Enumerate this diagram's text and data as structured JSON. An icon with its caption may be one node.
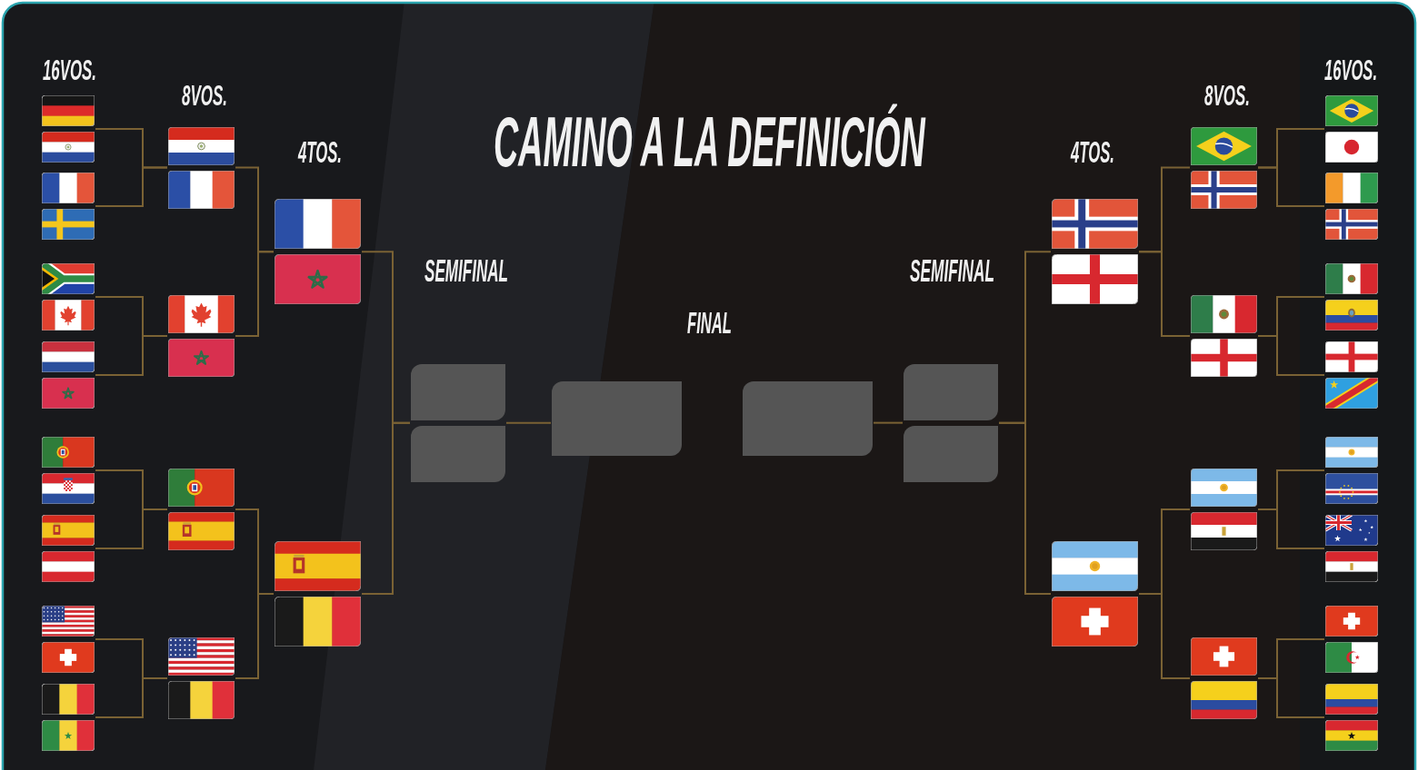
{
  "diagram": {
    "title": "CAMINO A LA DEFINICIÓN",
    "nodes": [
      {
        "text": [],
        "shape": "picture"
      },
      {
        "text": [],
        "shape": "picture"
      },
      {
        "text": [],
        "shape": "picture"
      },
      {
        "text": [],
        "shape": "picture"
      },
      {
        "text": [],
        "shape": "picture"
      },
      {
        "text": [],
        "shape": "picture"
      },
      {
        "text": [],
        "shape": "picture"
      },
      {
        "text": [],
        "shape": "picture"
      },
      {
        "text": [],
        "shape": "picture"
      },
      {
        "text": [],
        "shape": "picture"
      },
      {
        "text": [],
        "shape": "picture"
      },
      {
        "text": [],
        "shape": "picture"
      },
      {
        "text": [],
        "shape": "picture"
      },
      {
        "text": [],
        "shape": "picture"
      },
      {
        "text": [],
        "shape": "picture"
      },
      {
        "text": [],
        "shape": "picture"
      },
      {
        "text": [],
        "shape": "picture"
      },
      {
        "text": [],
        "shape": "picture"
      },
      {
        "text": [],
        "shape": "picture"
      },
      {
        "text": [],
        "shape": "picture"
      },
      {
        "text": [],
        "shape": "picture"
      },
      {
        "text": [],
        "shape": "picture"
      },
      {
        "text": [],
        "shape": "picture"
      },
      {
        "text": [],
        "shape": "picture"
      },
      {
        "text": [],
        "shape": "picture"
      },
      {
        "text": [],
        "shape": "picture"
      },
      {
        "text": [],
        "shape": "picture"
      },
      {
        "text": [],
        "shape": "picture"
      },
      {
        "text": [],
        "shape": "box"
      },
      {
        "text": [],
        "shape": "box"
      },
      {
        "text": [],
        "shape": "box"
      },
      {
        "text": [],
        "shape": "box"
      },
      {
        "text": [],
        "shape": "box"
      },
      {
        "text": [],
        "shape": "box"
      },
      {
        "text": [],
        "shape": "picture"
      },
      {
        "text": [],
        "shape": "picture"
      },
      {
        "text": [],
        "shape": "picture"
      },
      {
        "text": [],
        "shape": "picture"
      },
      {
        "text": [],
        "shape": "picture"
      },
      {
        "text": [],
        "shape": "picture"
      },
      {
        "text": [],
        "shape": "picture"
      },
      {
        "text": [],
        "shape": "picture"
      },
      {
        "text": [],
        "shape": "picture"
      },
      {
        "text": [],
        "shape": "picture"
      },
      {
        "text": [],
        "shape": "picture"
      },
      {
        "text": [],
        "shape": "picture"
      },
      {
        "text": [],
        "shape": "picture"
      },
      {
        "text": [],
        "shape": "picture"
      },
      {
        "text": [],
        "shape": "picture"
      },
      {
        "text": [],
        "shape": "picture"
      },
      {
        "text": [],
        "shape": "picture"
      },
      {
        "text": [],
        "shape": "picture"
      },
      {
        "text": [],
        "shape": "picture"
      },
      {
        "text": [],
        "shape": "picture"
      },
      {
        "text": [],
        "shape": "picture"
      },
      {
        "text": [],
        "shape": "picture"
      },
      {
        "text": [],
        "shape": "picture"
      },
      {
        "text": [],
        "shape": "picture"
      },
      {
        "text": [],
        "shape": "picture"
      },
      {
        "text": [],
        "shape": "picture"
      },
      {
        "text": [],
        "shape": "picture"
      },
      {
        "text": [],
        "shape": "picture"
      }
    ],
    "edges": [
      {
        "from": 0,
        "to": 16,
        "arrow": "none"
      },
      {
        "from": 1,
        "to": 16,
        "arrow": "none"
      },
      {
        "from": 2,
        "to": 17,
        "arrow": "none"
      },
      {
        "from": 3,
        "to": 17,
        "arrow": "none"
      },
      {
        "from": 4,
        "to": 18,
        "arrow": "none"
      },
      {
        "from": 5,
        "to": 18,
        "arrow": "none"
      },
      {
        "from": 6,
        "to": 19,
        "arrow": "none"
      },
      {
        "from": 7,
        "to": 19,
        "arrow": "none"
      },
      {
        "from": 8,
        "to": 20,
        "arrow": "none"
      },
      {
        "from": 9,
        "to": 20,
        "arrow": "none"
      },
      {
        "from": 10,
        "to": 21,
        "arrow": "none"
      },
      {
        "from": 11,
        "to": 21,
        "arrow": "none"
      },
      {
        "from": 12,
        "to": 22,
        "arrow": "none"
      },
      {
        "from": 13,
        "to": 22,
        "arrow": "none"
      },
      {
        "from": 14,
        "to": 23,
        "arrow": "none"
      },
      {
        "from": 15,
        "to": 23,
        "arrow": "none"
      },
      {
        "from": 16,
        "to": 24,
        "arrow": "none"
      },
      {
        "from": 17,
        "to": 24,
        "arrow": "none"
      },
      {
        "from": 18,
        "to": 25,
        "arrow": "none"
      },
      {
        "from": 19,
        "to": 25,
        "arrow": "none"
      },
      {
        "from": 20,
        "to": 26,
        "arrow": "none"
      },
      {
        "from": 21,
        "to": 26,
        "arrow": "none"
      },
      {
        "from": 22,
        "to": 27,
        "arrow": "none"
      },
      {
        "from": 23,
        "to": 27,
        "arrow": "none"
      },
      {
        "from": 24,
        "to": 28,
        "arrow": "none"
      },
      {
        "from": 25,
        "to": 28,
        "arrow": "none"
      },
      {
        "from": 26,
        "to": 29,
        "arrow": "none"
      },
      {
        "from": 27,
        "to": 29,
        "arrow": "none"
      },
      {
        "from": 28,
        "to": 30,
        "arrow": "none"
      },
      {
        "from": 29,
        "to": 30,
        "arrow": "none"
      },
      {
        "from": 46,
        "to": 38,
        "arrow": "none"
      },
      {
        "from": 47,
        "to": 38,
        "arrow": "none"
      },
      {
        "from": 48,
        "to": 39,
        "arrow": "none"
      },
      {
        "from": 49,
        "to": 39,
        "arrow": "none"
      },
      {
        "from": 50,
        "to": 40,
        "arrow": "none"
      },
      {
        "from": 51,
        "to": 40,
        "arrow": "none"
      },
      {
        "from": 52,
        "to": 41,
        "arrow": "none"
      },
      {
        "from": 53,
        "to": 41,
        "arrow": "none"
      },
      {
        "from": 54,
        "to": 42,
        "arrow": "none"
      },
      {
        "from": 55,
        "to": 42,
        "arrow": "none"
      },
      {
        "from": 56,
        "to": 43,
        "arrow": "none"
      },
      {
        "from": 57,
        "to": 43,
        "arrow": "none"
      },
      {
        "from": 58,
        "to": 44,
        "arrow": "none"
      },
      {
        "from": 59,
        "to": 44,
        "arrow": "none"
      },
      {
        "from": 60,
        "to": 45,
        "arrow": "none"
      },
      {
        "from": 61,
        "to": 45,
        "arrow": "none"
      },
      {
        "from": 38,
        "to": 34,
        "arrow": "none"
      },
      {
        "from": 39,
        "to": 34,
        "arrow": "none"
      },
      {
        "from": 40,
        "to": 35,
        "arrow": "none"
      },
      {
        "from": 41,
        "to": 35,
        "arrow": "none"
      },
      {
        "from": 42,
        "to": 36,
        "arrow": "none"
      },
      {
        "from": 43,
        "to": 36,
        "arrow": "none"
      },
      {
        "from": 44,
        "to": 37,
        "arrow": "none"
      },
      {
        "from": 45,
        "to": 37,
        "arrow": "none"
      },
      {
        "from": 34,
        "to": 32,
        "arrow": "none"
      },
      {
        "from": 35,
        "to": 32,
        "arrow": "none"
      },
      {
        "from": 36,
        "to": 33,
        "arrow": "none"
      },
      {
        "from": 37,
        "to": 33,
        "arrow": "none"
      },
      {
        "from": 32,
        "to": 31,
        "arrow": "none"
      },
      {
        "from": 33,
        "to": 31,
        "arrow": "none"
      }
    ],
    "labels": [
      "16VOS.",
      "16VOS.",
      "8VOS.",
      "8VOS.",
      "4TOS.",
      "4TOS.",
      "SEMIFINAL",
      "SEMIFINAL",
      "FINAL"
    ]
  }
}
